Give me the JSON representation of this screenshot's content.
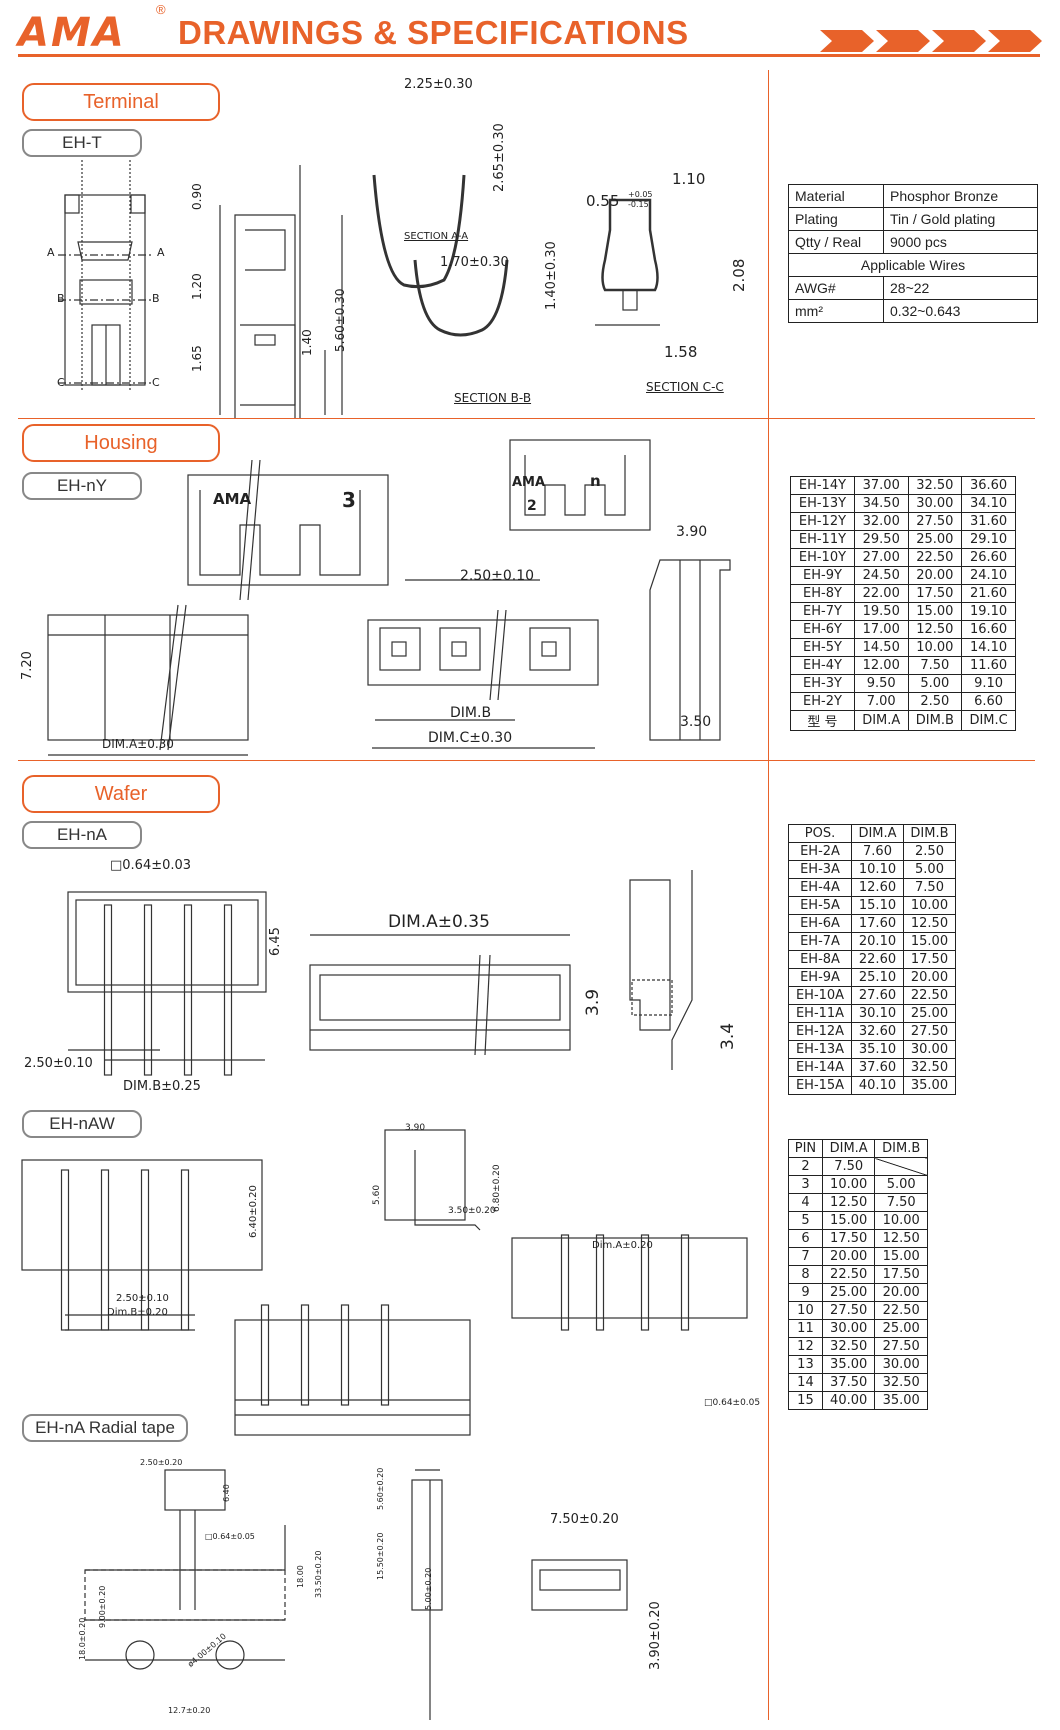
{
  "header": {
    "logo": "AMA",
    "reg": "®",
    "title": "DRAWINGS & SPECIFICATIONS",
    "accent": "#e8622a"
  },
  "terminal": {
    "title": "Terminal",
    "sub": "EH-T",
    "labels": [
      "A",
      "A",
      "B",
      "B",
      "C",
      "C"
    ],
    "dims": [
      "0.90",
      "1.20",
      "1.65",
      "1.40",
      "5.60±0.30",
      "2.25±0.30",
      "2.65±0.30",
      "1.70±0.30",
      "1.40±0.30",
      "1.10",
      "0.55",
      "+0.05",
      "-0.15",
      "2.08",
      "1.58"
    ],
    "sections": [
      "SECTION A-A",
      "SECTION B-B",
      "SECTION C-C"
    ],
    "spec": [
      [
        "Material",
        "Phosphor Bronze"
      ],
      [
        "Plating",
        "Tin / Gold plating"
      ],
      [
        "Qtty / Real",
        "9000 pcs"
      ]
    ],
    "spec_header": "Applicable Wires",
    "wires": [
      [
        "AWG#",
        "28~22"
      ],
      [
        "mm²",
        "0.32~0.643"
      ]
    ]
  },
  "housing": {
    "title": "Housing",
    "sub": "EH-nY",
    "marks": [
      "AMA",
      "3",
      "AMA",
      "n",
      "2"
    ],
    "dims": [
      "7.20",
      "DIM.A±0.30",
      "2.50±0.10",
      "DIM.B",
      "DIM.C±0.30",
      "3.90",
      "3.50"
    ],
    "table": [
      [
        "EH-14Y",
        "37.00",
        "32.50",
        "36.60"
      ],
      [
        "EH-13Y",
        "34.50",
        "30.00",
        "34.10"
      ],
      [
        "EH-12Y",
        "32.00",
        "27.50",
        "31.60"
      ],
      [
        "EH-11Y",
        "29.50",
        "25.00",
        "29.10"
      ],
      [
        "EH-10Y",
        "27.00",
        "22.50",
        "26.60"
      ],
      [
        "EH-9Y",
        "24.50",
        "20.00",
        "24.10"
      ],
      [
        "EH-8Y",
        "22.00",
        "17.50",
        "21.60"
      ],
      [
        "EH-7Y",
        "19.50",
        "15.00",
        "19.10"
      ],
      [
        "EH-6Y",
        "17.00",
        "12.50",
        "16.60"
      ],
      [
        "EH-5Y",
        "14.50",
        "10.00",
        "14.10"
      ],
      [
        "EH-4Y",
        "12.00",
        "7.50",
        "11.60"
      ],
      [
        "EH-3Y",
        "9.50",
        "5.00",
        "9.10"
      ],
      [
        "EH-2Y",
        "7.00",
        "2.50",
        "6.60"
      ]
    ],
    "table_footer": [
      "型 号",
      "DIM.A",
      "DIM.B",
      "DIM.C"
    ]
  },
  "wafer": {
    "title": "Wafer",
    "sub_a": "EH-nA",
    "sub_aw": "EH-nAW",
    "sub_radial": "EH-nA Radial tape",
    "dims_a": [
      "□0.64±0.03",
      "6.45",
      "2.50±0.10",
      "DIM.B±0.25",
      "DIM.A±0.35",
      "3.9",
      "3.4"
    ],
    "dims_aw": [
      "6.40±0.20",
      "2.50±0.10",
      "Dim.B±0.20",
      "3.90",
      "5.60",
      "6.80±0.20",
      "3.50±0.20",
      "Dim.A±0.20",
      "□0.64±0.05"
    ],
    "dims_radial": [
      "2.50±0.20",
      "6.40",
      "□0.64±0.05",
      "18.00",
      "33.50±0.20",
      "9.00±0.20",
      "18.0±0.20",
      "ø4.00±0.10",
      "12.7±0.20",
      "5.60±0.20",
      "15.50±0.20",
      "5.00±0.20",
      "7.50±0.20",
      "3.90±0.20"
    ],
    "table_a_header": [
      "POS.",
      "DIM.A",
      "DIM.B"
    ],
    "table_a": [
      [
        "EH-2A",
        "7.60",
        "2.50"
      ],
      [
        "EH-3A",
        "10.10",
        "5.00"
      ],
      [
        "EH-4A",
        "12.60",
        "7.50"
      ],
      [
        "EH-5A",
        "15.10",
        "10.00"
      ],
      [
        "EH-6A",
        "17.60",
        "12.50"
      ],
      [
        "EH-7A",
        "20.10",
        "15.00"
      ],
      [
        "EH-8A",
        "22.60",
        "17.50"
      ],
      [
        "EH-9A",
        "25.10",
        "20.00"
      ],
      [
        "EH-10A",
        "27.60",
        "22.50"
      ],
      [
        "EH-11A",
        "30.10",
        "25.00"
      ],
      [
        "EH-12A",
        "32.60",
        "27.50"
      ],
      [
        "EH-13A",
        "35.10",
        "30.00"
      ],
      [
        "EH-14A",
        "37.60",
        "32.50"
      ],
      [
        "EH-15A",
        "40.10",
        "35.00"
      ]
    ],
    "table_b_header": [
      "PIN",
      "DIM.A",
      "DIM.B"
    ],
    "table_b": [
      [
        "2",
        "7.50",
        ""
      ],
      [
        "3",
        "10.00",
        "5.00"
      ],
      [
        "4",
        "12.50",
        "7.50"
      ],
      [
        "5",
        "15.00",
        "10.00"
      ],
      [
        "6",
        "17.50",
        "12.50"
      ],
      [
        "7",
        "20.00",
        "15.00"
      ],
      [
        "8",
        "22.50",
        "17.50"
      ],
      [
        "9",
        "25.00",
        "20.00"
      ],
      [
        "10",
        "27.50",
        "22.50"
      ],
      [
        "11",
        "30.00",
        "25.00"
      ],
      [
        "12",
        "32.50",
        "27.50"
      ],
      [
        "13",
        "35.00",
        "30.00"
      ],
      [
        "14",
        "37.50",
        "32.50"
      ],
      [
        "15",
        "40.00",
        "35.00"
      ]
    ]
  }
}
